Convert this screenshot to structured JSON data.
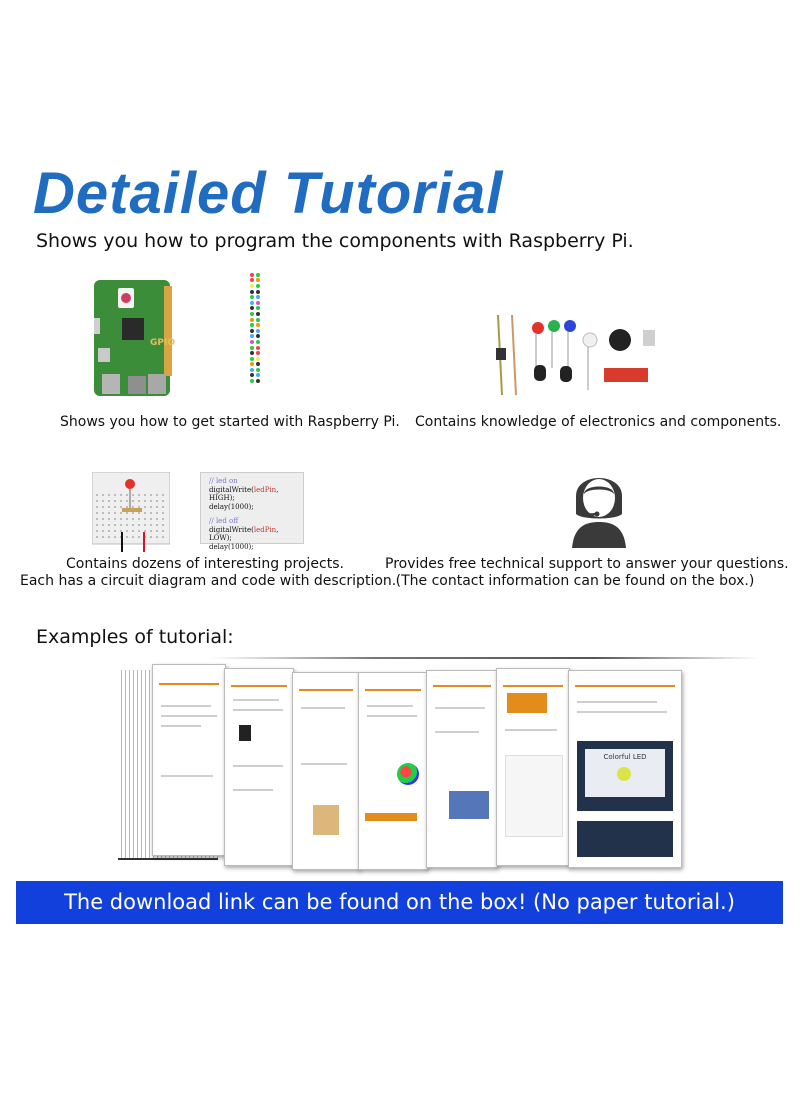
{
  "header": {
    "title": "Detailed Tutorial",
    "subtitle": "Shows you how to program the components with Raspberry Pi."
  },
  "features": {
    "raspberry_pi": {
      "caption": "Shows you how to get started with Raspberry Pi.",
      "board_label": "GPIO"
    },
    "electronics": {
      "caption": "Contains knowledge of electronics and components."
    },
    "projects": {
      "caption_line1": "Contains dozens of interesting projects.",
      "caption_line2": "Each has a circuit diagram and code with description."
    },
    "support": {
      "caption_line1": "Provides free technical support to answer your questions.",
      "caption_line2": "(The contact information can be found on the box.)"
    }
  },
  "code_sample": {
    "comment_on": "// led on",
    "line1_fn": "digitalWrite(",
    "line1_pin": "ledPin",
    "line1_rest": ", HIGH);",
    "line2": "delay(1000);",
    "comment_off": "// led off",
    "line3_fn": "digitalWrite(",
    "line3_pin": "ledPin",
    "line3_rest": ", LOW);",
    "line4": "delay(1000);"
  },
  "examples": {
    "label": "Examples of tutorial:",
    "colorful_led_text": "Colorful LED"
  },
  "banner": {
    "text": "The download link can be found on the box! (No paper tutorial.)"
  },
  "colors": {
    "title": "#1f6cc0",
    "banner": "#1140dc",
    "accent": "#e38b1b",
    "pcb": "#3c8d3a"
  }
}
